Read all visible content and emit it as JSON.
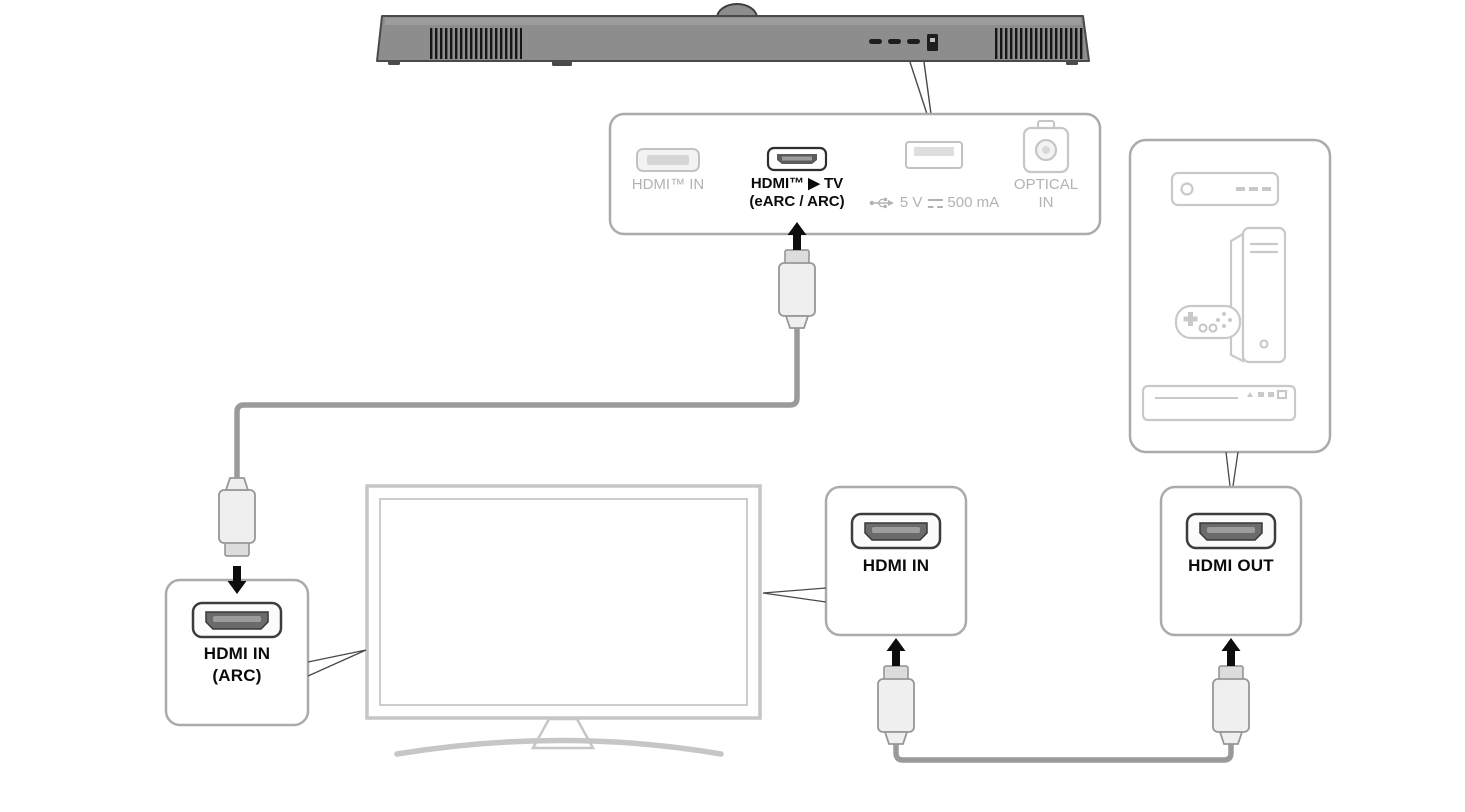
{
  "colors": {
    "soundbar_gray": "#8d8d8d",
    "panel_border": "#ababab",
    "muted_text": "#b2b2b2",
    "device_icon_gray": "#c9c9c9",
    "cable_gray": "#9a9a9a",
    "active_text": "#0b0b0b"
  },
  "soundbar_panel": {
    "hdmi_in": {
      "label": "HDMI™ IN"
    },
    "hdmi_tv": {
      "label": "HDMI™ ▶ TV",
      "sublabel": "(eARC / ARC)"
    },
    "usb": {
      "voltage": "5 V",
      "current": "500 mA"
    },
    "optical": {
      "label_line1": "OPTICAL",
      "label_line2": "IN"
    }
  },
  "tv_arc_port_box": {
    "label_line1": "HDMI IN",
    "label_line2": "(ARC)"
  },
  "tv_hdmi_in_box": {
    "label": "HDMI IN"
  },
  "device_hdmi_out_box": {
    "label": "HDMI OUT"
  }
}
